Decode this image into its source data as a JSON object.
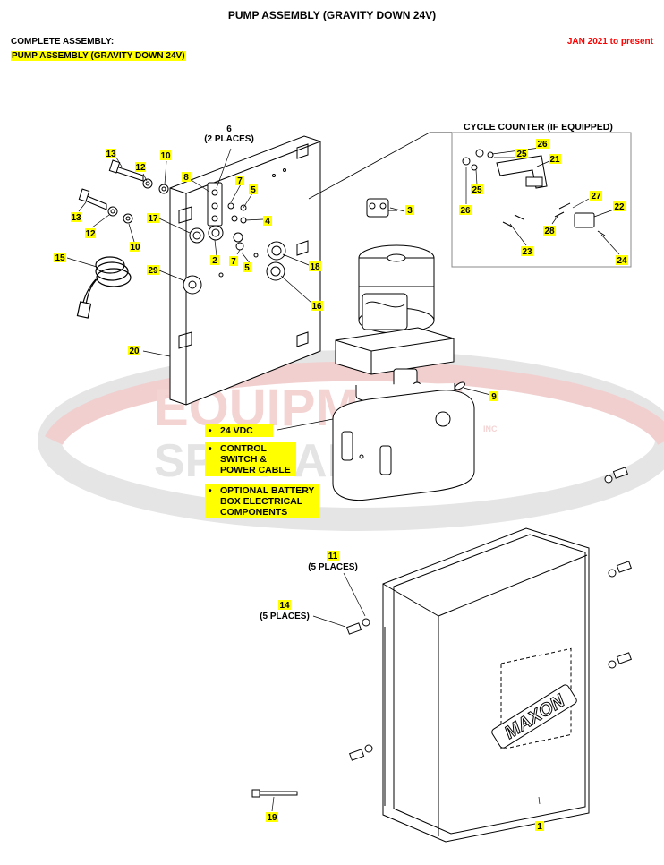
{
  "header": {
    "title": "PUMP ASSEMBLY (GRAVITY DOWN 24V)",
    "complete_label": "COMPLETE ASSEMBLY:",
    "assembly_name": "PUMP ASSEMBLY (GRAVITY DOWN 24V)",
    "date_range": "JAN 2021 to present"
  },
  "watermark": {
    "line1": "EQUIPMENT",
    "line2": "SPECIALISTS",
    "suffix": "INC",
    "color": "#e8a0a0"
  },
  "cycle_counter_title": "CYCLE COUNTER (IF EQUIPPED)",
  "places": {
    "six": "(2 PLACES)",
    "eleven": "(5 PLACES)",
    "fourteen": "(5 PLACES)"
  },
  "notes": [
    "24 VDC",
    "CONTROL SWITCH & POWER CABLE",
    "OPTIONAL BATTERY BOX ELECTRICAL COMPONENTS"
  ],
  "notes_lines": {
    "n1": [
      "24 VDC"
    ],
    "n2": [
      "CONTROL",
      "SWITCH &",
      "POWER CABLE"
    ],
    "n3": [
      "OPTIONAL BATTERY",
      "BOX ELECTRICAL",
      "COMPONENTS"
    ]
  },
  "cover_brand": "MAXON",
  "callouts": [
    "1",
    "2",
    "3",
    "4",
    "5",
    "6",
    "7",
    "8",
    "9",
    "10",
    "11",
    "12",
    "13",
    "14",
    "15",
    "16",
    "17",
    "18",
    "19",
    "20",
    "21",
    "22",
    "23",
    "24",
    "25",
    "26",
    "27",
    "28",
    "29"
  ],
  "highlight_color": "#ffff00"
}
